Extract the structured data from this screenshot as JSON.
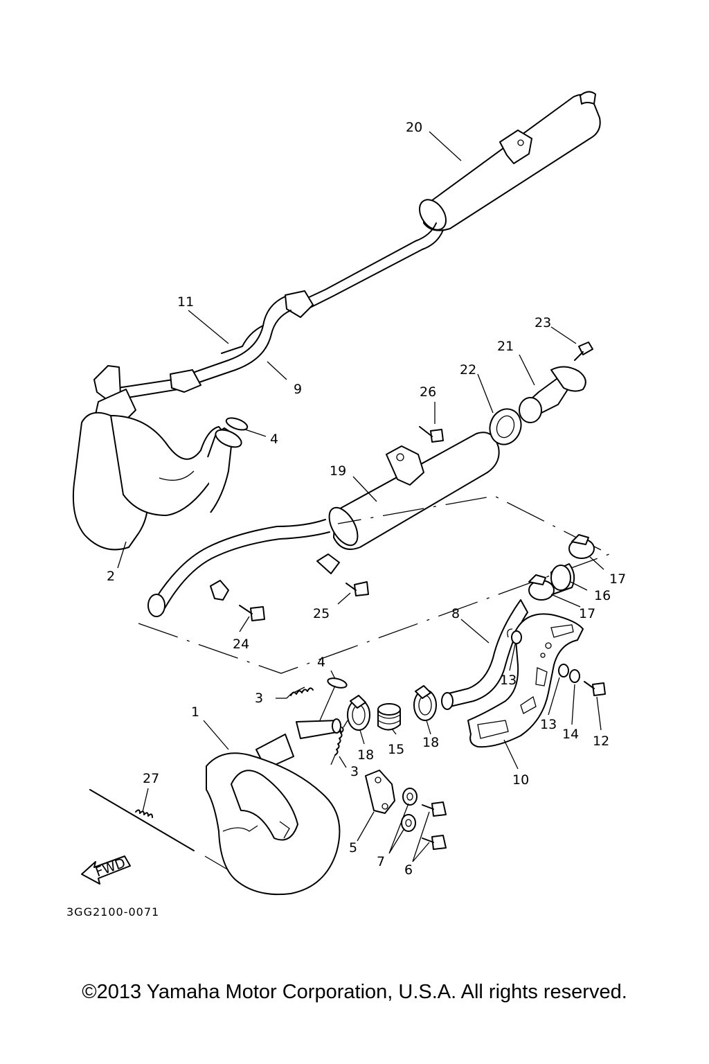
{
  "diagram": {
    "callouts": {
      "c1": "1",
      "c2": "2",
      "c3a": "3",
      "c3b": "3",
      "c4a": "4",
      "c4b": "4",
      "c5": "5",
      "c6": "6",
      "c7": "7",
      "c8": "8",
      "c9": "9",
      "c10": "10",
      "c11": "11",
      "c12": "12",
      "c13a": "13",
      "c13b": "13",
      "c14": "14",
      "c15": "15",
      "c16": "16",
      "c17a": "17",
      "c17b": "17",
      "c18a": "18",
      "c18b": "18",
      "c19": "19",
      "c20": "20",
      "c21": "21",
      "c22": "22",
      "c23": "23",
      "c24": "24",
      "c25": "25",
      "c26": "26",
      "c27": "27"
    },
    "fwd_label": "FWD",
    "drawing_code": "3GG2100-0071"
  },
  "footer": {
    "copyright": "©2013 Yamaha Motor Corporation, U.S.A. All rights reserved."
  }
}
